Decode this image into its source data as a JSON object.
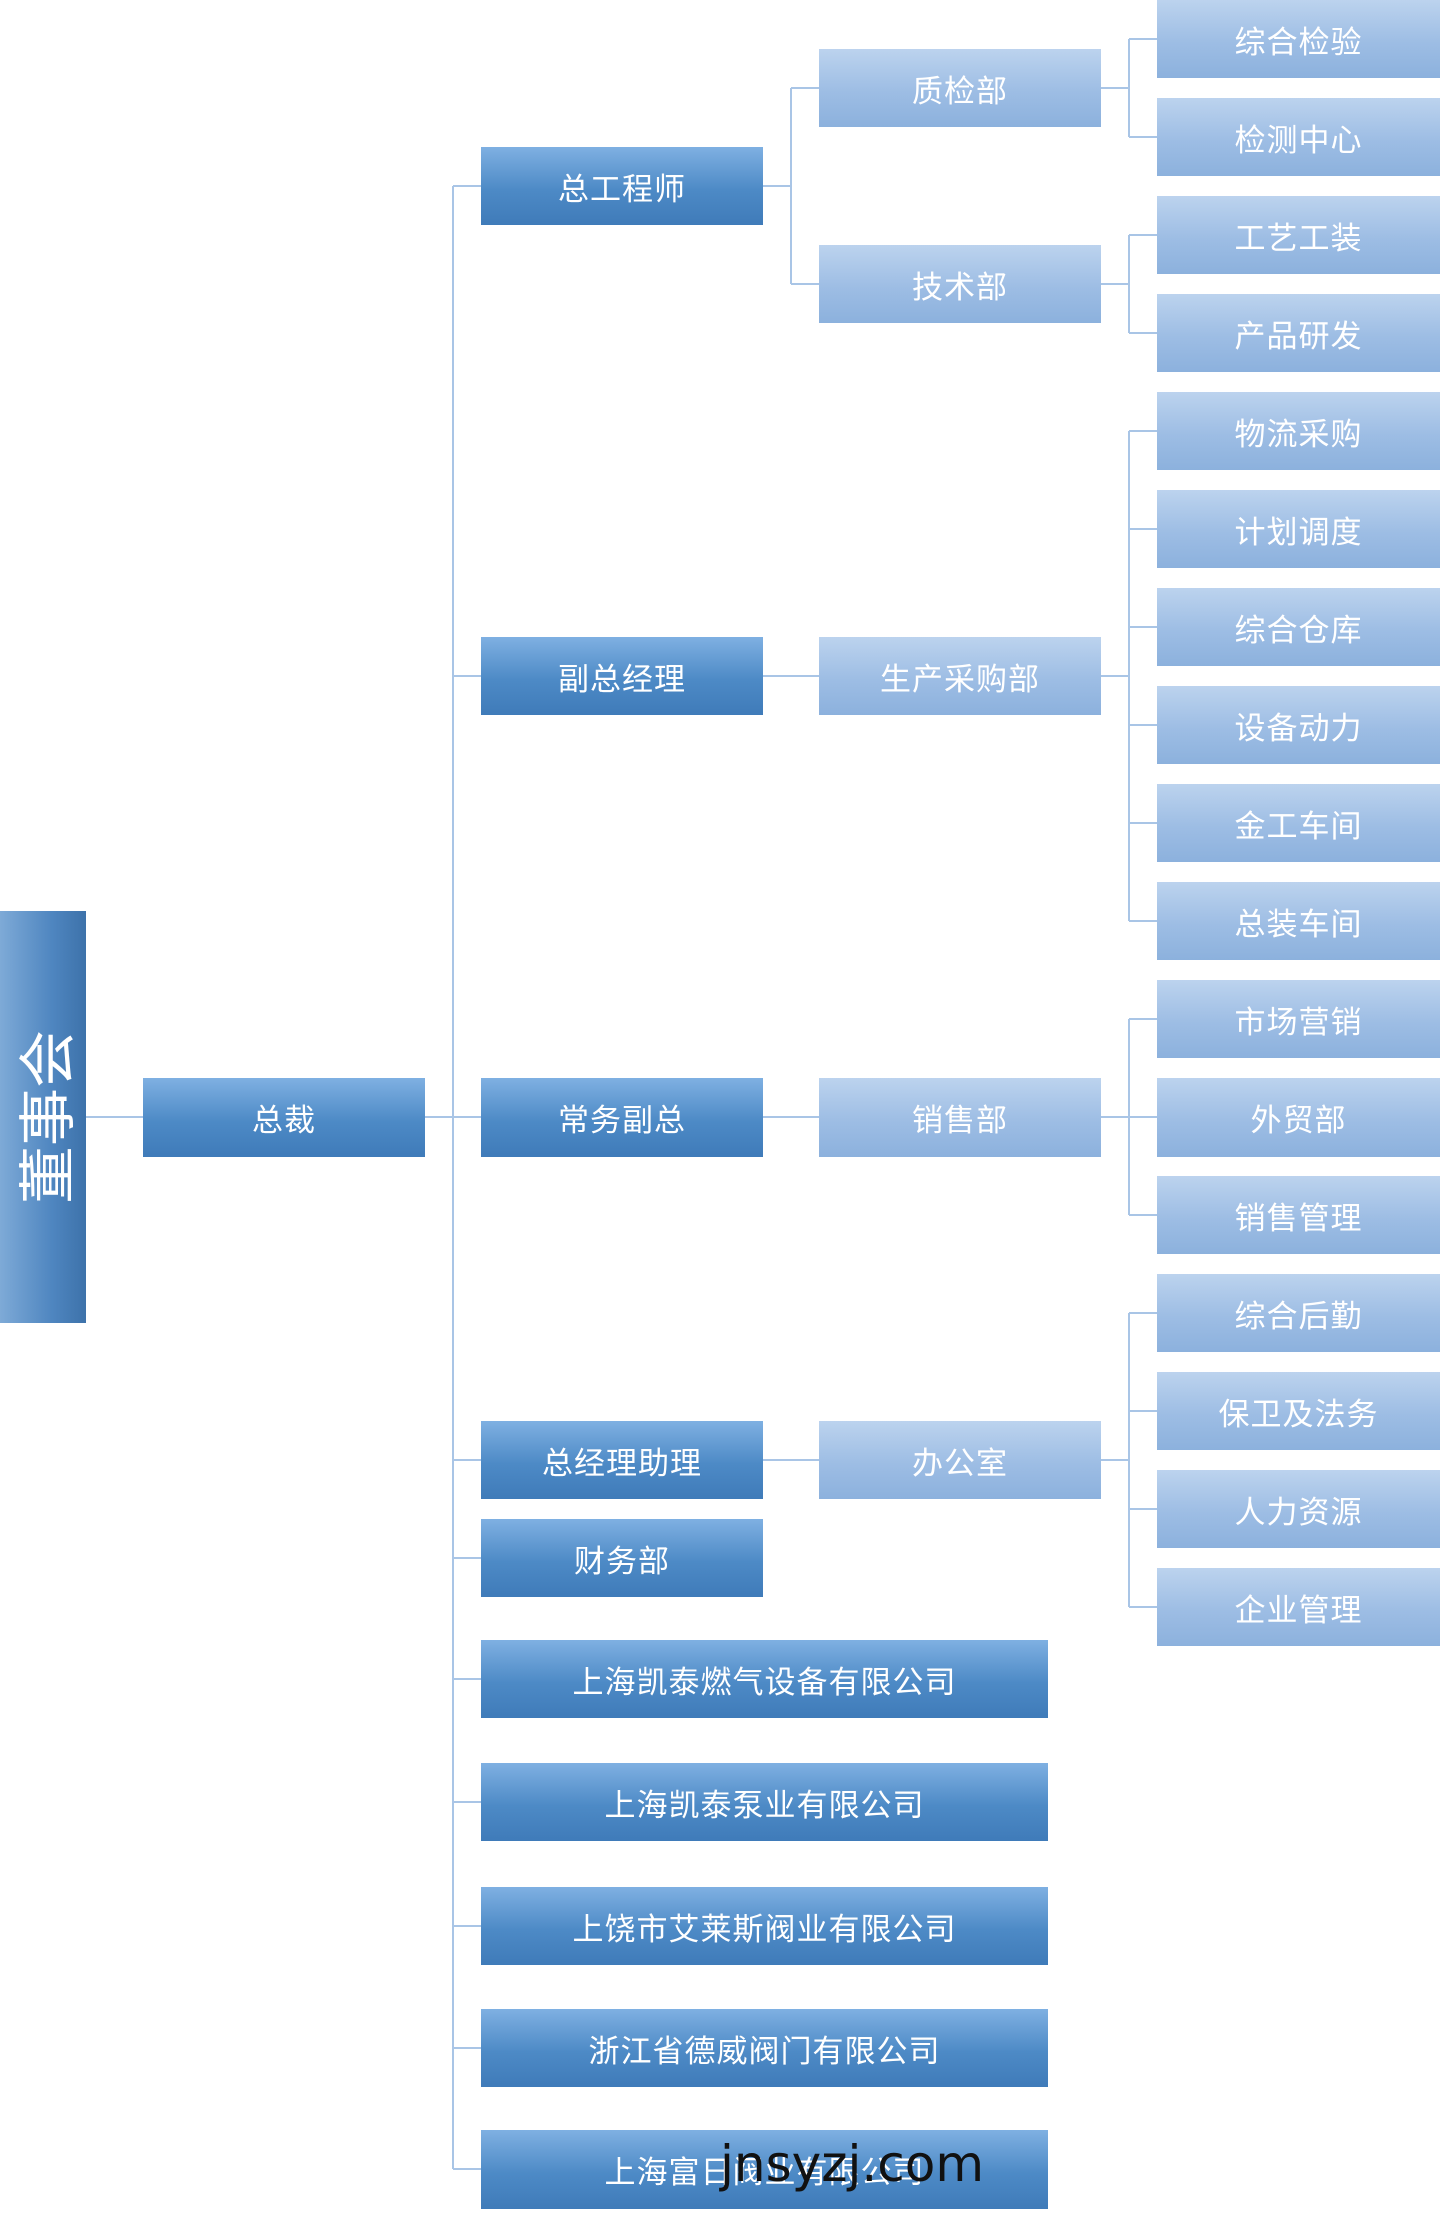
{
  "root": "董事会",
  "president": "总裁",
  "chief_engineer": {
    "label": "总工程师",
    "departments": [
      {
        "label": "质检部",
        "units": [
          "综合检验",
          "检测中心"
        ]
      },
      {
        "label": "技术部",
        "units": [
          "工艺工装",
          "产品研发"
        ]
      }
    ]
  },
  "vice_gm": {
    "label": "副总经理",
    "department": "生产采购部",
    "units": [
      "物流采购",
      "计划调度",
      "综合仓库",
      "设备动力",
      "金工车间",
      "总装车间"
    ]
  },
  "executive_vp": {
    "label": "常务副总",
    "department": "销售部",
    "units": [
      "市场营销",
      "外贸部",
      "销售管理"
    ]
  },
  "gm_assistant": {
    "label": "总经理助理",
    "department": "办公室",
    "units": [
      "综合后勤",
      "保卫及法务",
      "人力资源",
      "企业管理"
    ]
  },
  "finance": "财务部",
  "subsidiaries": [
    "上海凯泰燃气设备有限公司",
    "上海凯泰泵业有限公司",
    "上饶市艾莱斯阀业有限公司",
    "浙江省德威阀门有限公司",
    "上海富日阀业有限公司"
  ],
  "watermark": "jnsyzj.com"
}
